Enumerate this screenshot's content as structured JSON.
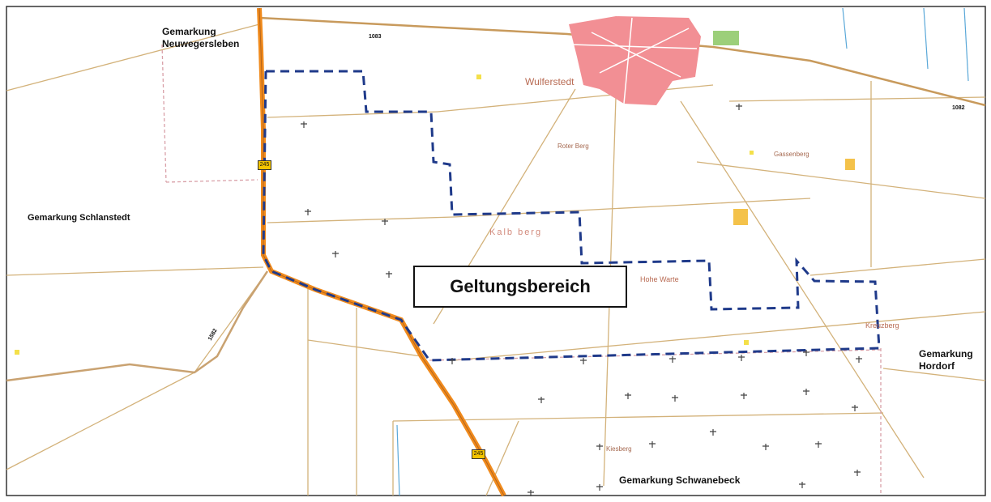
{
  "labels": {
    "neuwegersleben": "Gemarkung\nNeuwegersleben",
    "schlanstedt": "Gemarkung Schlanstedt",
    "hordorf": "Gemarkung\nHordorf",
    "schwanebeck": "Gemarkung Schwanebeck",
    "geltungsbereich": "Geltungsbereich"
  },
  "places": {
    "wulferstedt": "Wulferstedt",
    "kalberg": "Kalb berg",
    "hohe_warte": "Hohe Warte",
    "kreuzberg": "Kreuzberg",
    "rotenberg": "Roter Berg",
    "gassenberg": "Gassenberg",
    "kiesberg": "Kiesberg"
  },
  "roads": {
    "l1083_top": "1083",
    "l1083_right": "1082",
    "k1582": "1582"
  },
  "shields": {
    "b245_top": "245",
    "b245_bottom": "245"
  },
  "colors": {
    "main_road": "#f08a1c",
    "boundary": "#1f3a8a",
    "village": "#f28f94",
    "gemarkung_line": "#d9a0a8",
    "field_roads": "#d3b27a"
  }
}
